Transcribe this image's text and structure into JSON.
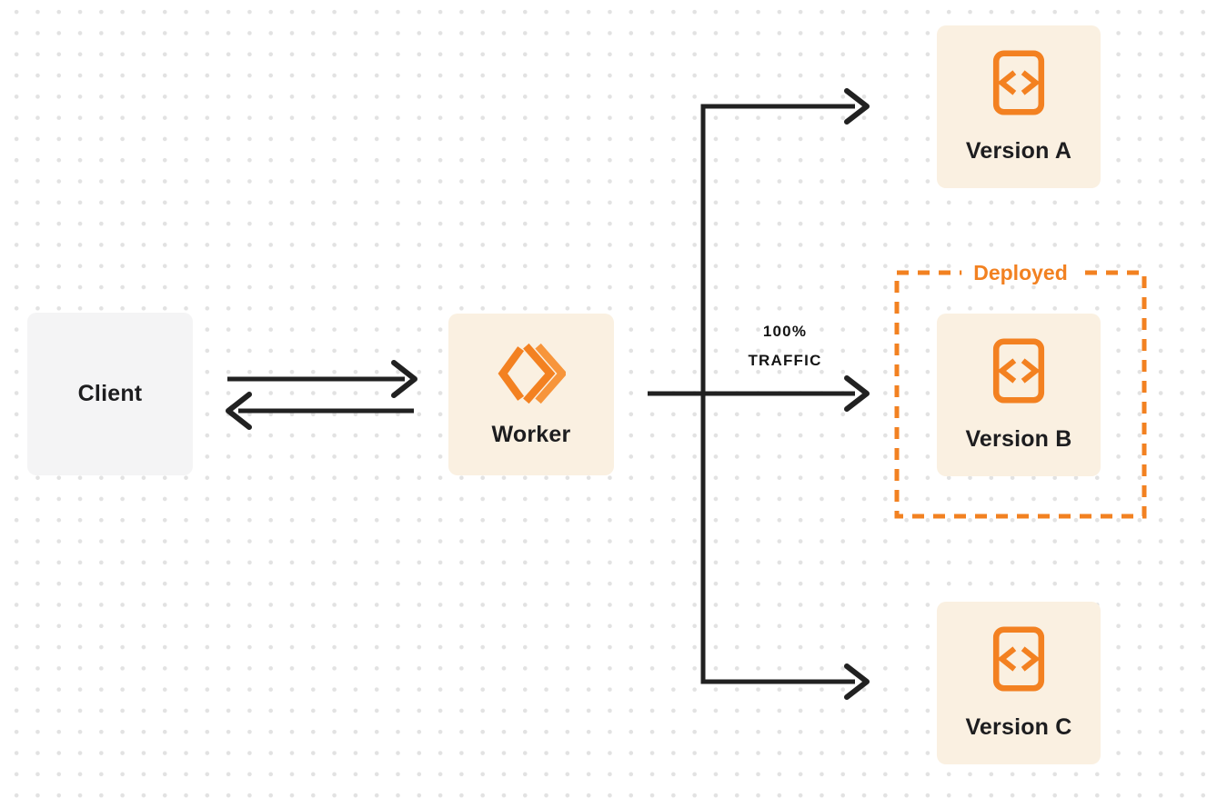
{
  "diagram": {
    "title": "worker-version-traffic-routing",
    "nodes": {
      "client": {
        "label": "Client"
      },
      "worker": {
        "label": "Worker",
        "icon": "cloudflare-workers-logo"
      },
      "versions": [
        {
          "label": "Version A",
          "icon": "code-document-icon"
        },
        {
          "label": "Version B",
          "icon": "code-document-icon",
          "deployed": true
        },
        {
          "label": "Version C",
          "icon": "code-document-icon"
        }
      ]
    },
    "annotations": {
      "deployed": {
        "label": "Deployed"
      },
      "traffic": {
        "line1": "100%",
        "line2": "TRAFFIC"
      }
    },
    "colors": {
      "accent_orange": "#F28121",
      "node_cream": "#FAF0E1",
      "node_gray": "#F4F4F5",
      "connector_dark": "#212121",
      "text_dark": "#1D1D1F",
      "dot_gray": "#E2E2E2",
      "background": "#FFFFFF"
    }
  }
}
